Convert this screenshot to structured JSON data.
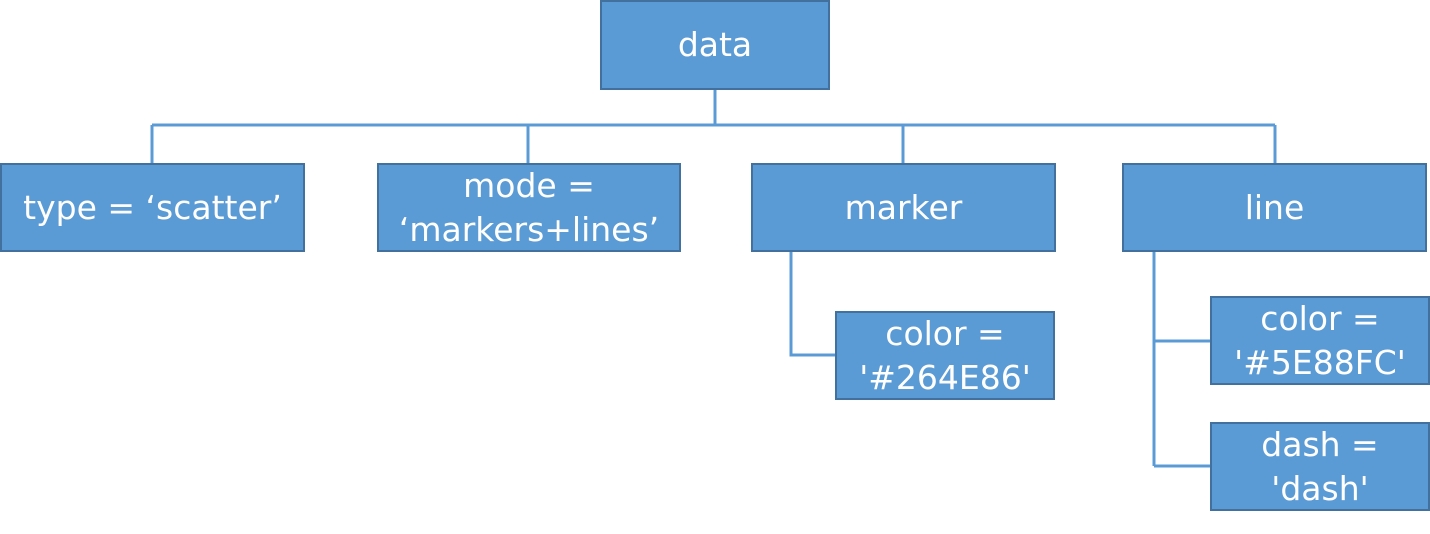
{
  "diagram": {
    "colors": {
      "fill": "#5B9BD5",
      "border": "#41719C",
      "text": "#FFFFFF",
      "connector": "#5B9BD5"
    },
    "nodes": {
      "root": {
        "line1": "data"
      },
      "type": {
        "line1": "type = ‘scatter’"
      },
      "mode": {
        "line1": "mode =",
        "line2": "‘markers+lines’"
      },
      "marker": {
        "line1": "marker"
      },
      "line": {
        "line1": "line"
      },
      "marker_color": {
        "line1": "color =",
        "line2": "'#264E86'"
      },
      "line_color": {
        "line1": "color =",
        "line2": "'#5E88FC'"
      },
      "line_dash": {
        "line1": "dash =",
        "line2": "'dash'"
      }
    },
    "edges": [
      {
        "from": "root",
        "to": "type"
      },
      {
        "from": "root",
        "to": "mode"
      },
      {
        "from": "root",
        "to": "marker"
      },
      {
        "from": "root",
        "to": "line"
      },
      {
        "from": "marker",
        "to": "marker_color"
      },
      {
        "from": "line",
        "to": "line_color"
      },
      {
        "from": "line",
        "to": "line_dash"
      }
    ]
  }
}
